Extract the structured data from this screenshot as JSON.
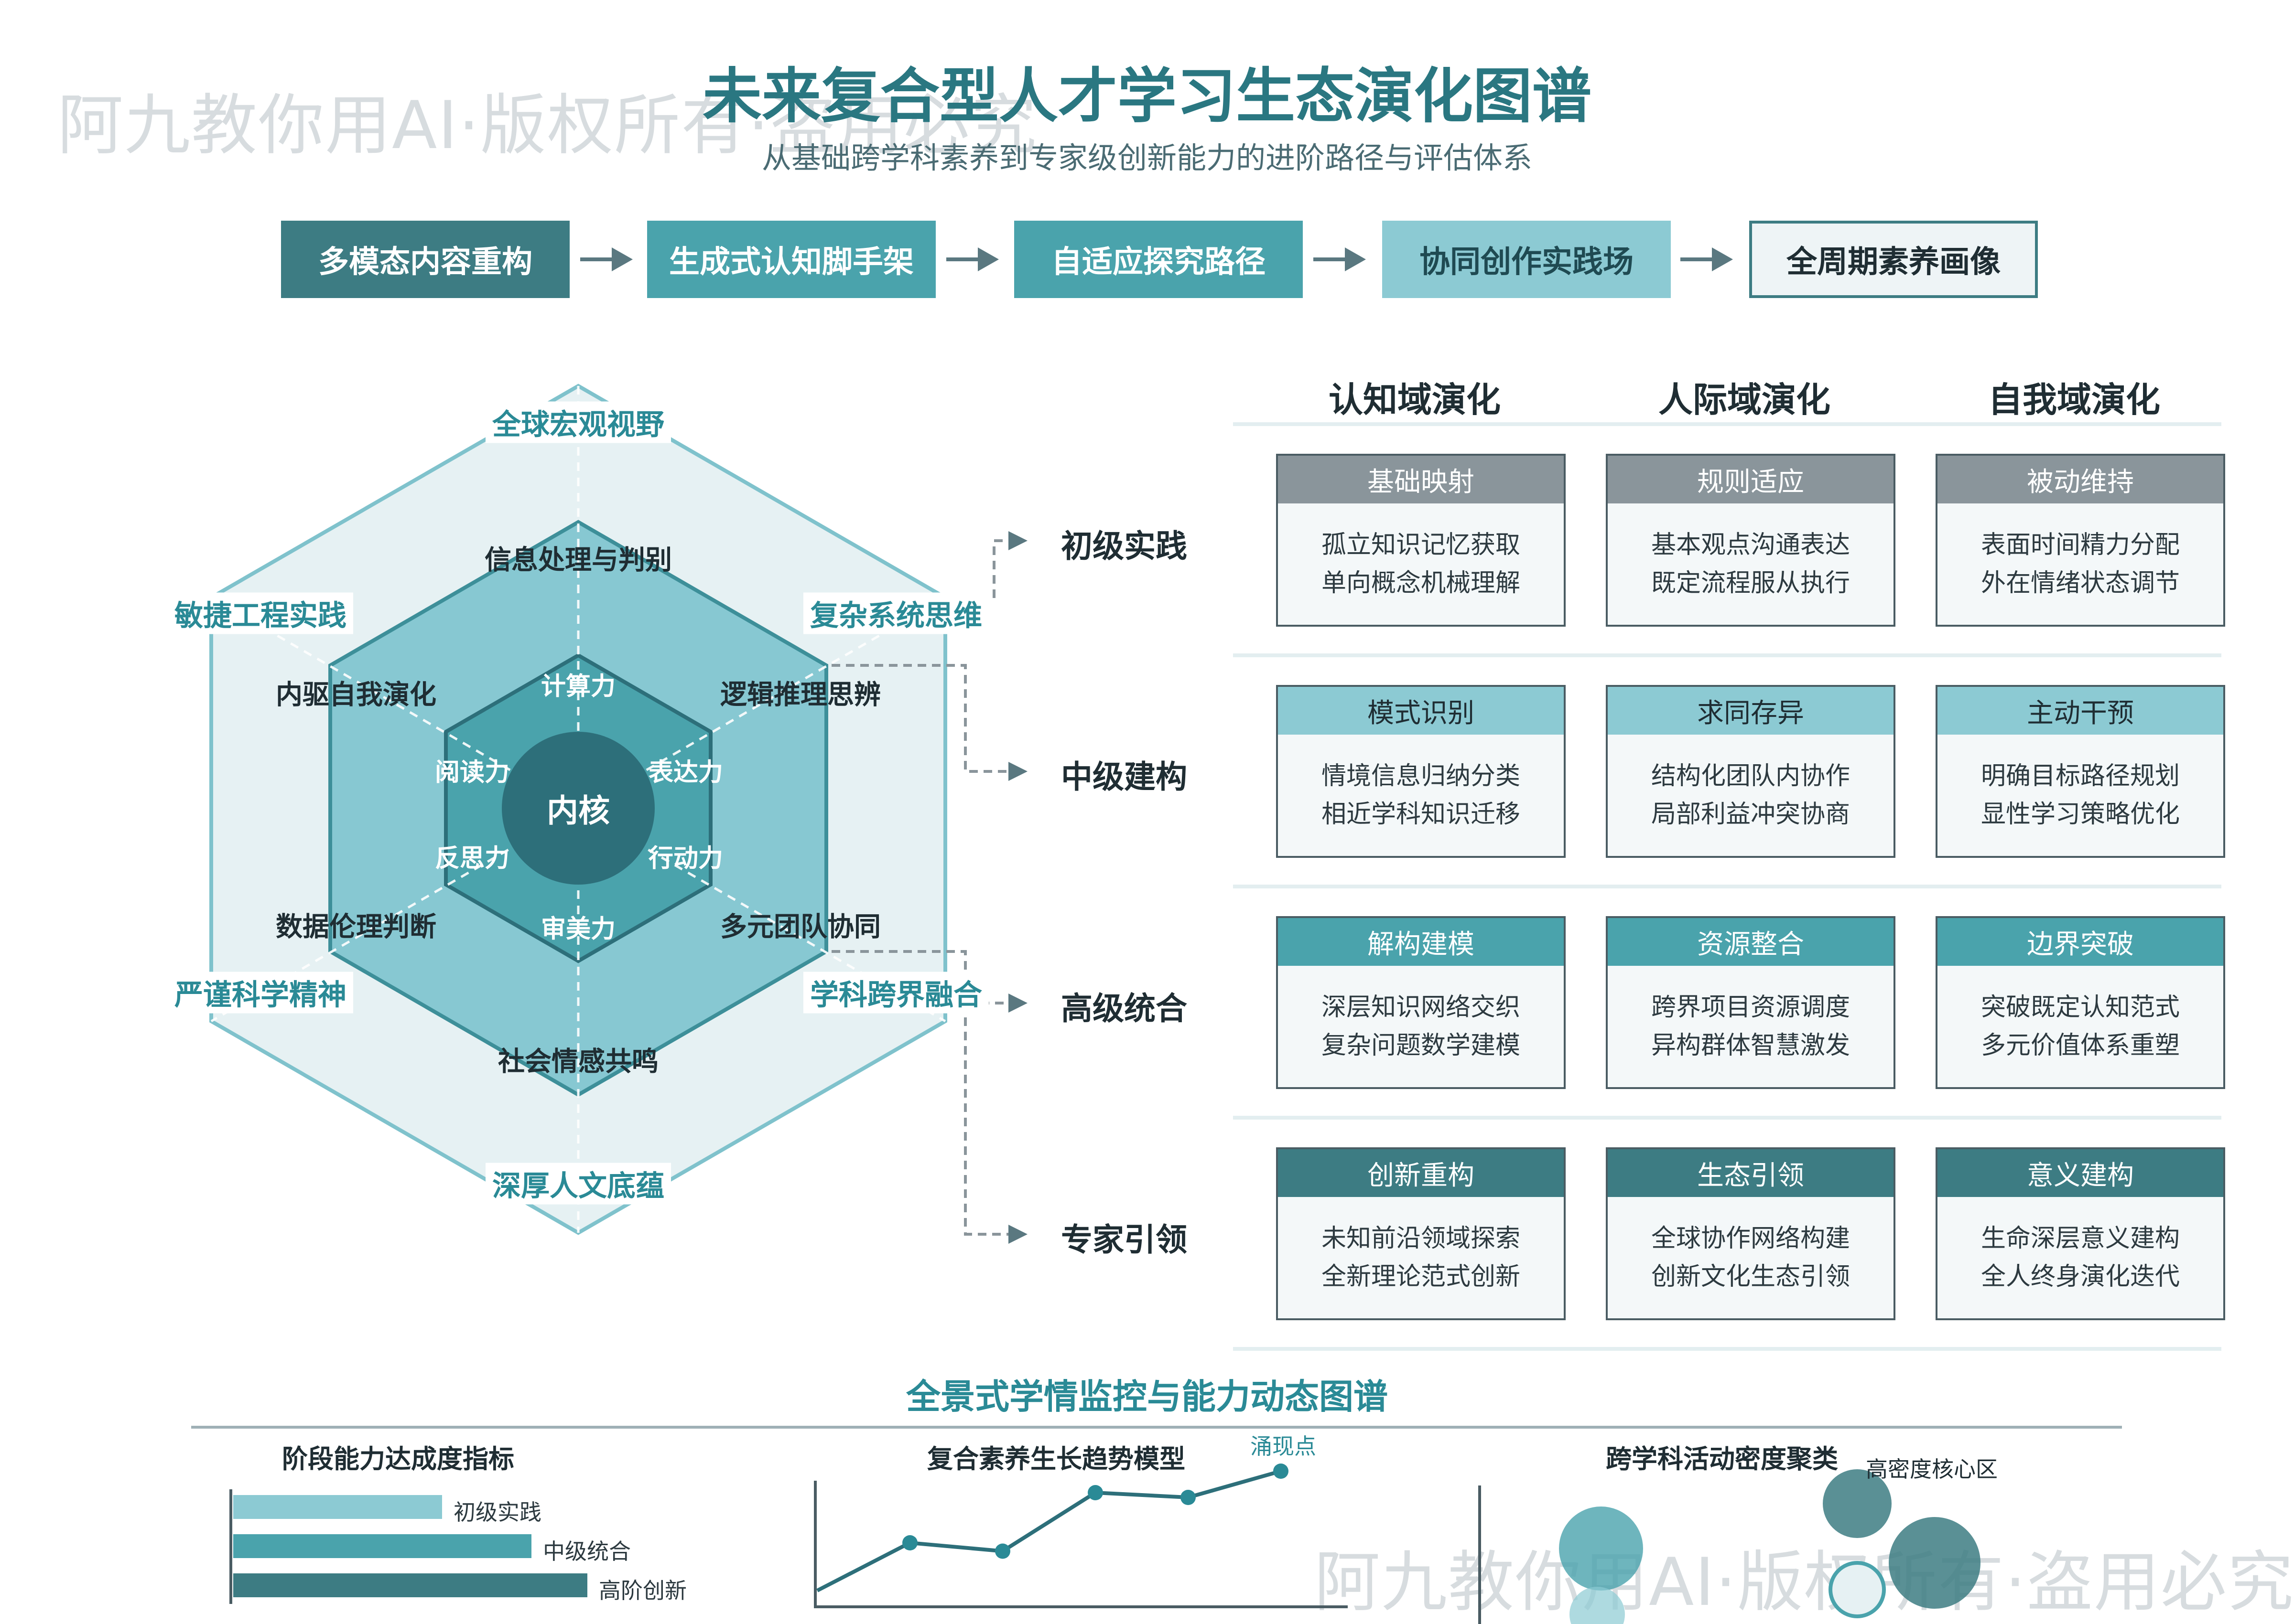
{
  "watermark": "阿九教你用AI·版权所有·盗用必究",
  "title": "未来复合型人才学习生态演化图谱",
  "subtitle": "从基础跨学科素养到专家级创新能力的进阶路径与评估体系",
  "flow": [
    "多模态内容重构",
    "生成式认知脚手架",
    "自适应探究路径",
    "协同创作实践场",
    "全周期素养画像"
  ],
  "hexagon": {
    "core": "内核",
    "inner": [
      "计算力",
      "表达力",
      "行动力",
      "审美力",
      "反思力",
      "阅读力"
    ],
    "middle": [
      "信息处理与判别",
      "逻辑推理思辨",
      "多元团队协同",
      "社会情感共鸣",
      "数据伦理判断",
      "内驱自我演化"
    ],
    "outer": [
      "全球宏观视野",
      "复杂系统思维",
      "学科跨界融合",
      "深厚人文底蕴",
      "严谨科学精神",
      "敏捷工程实践"
    ]
  },
  "levels": [
    "初级实践",
    "中级建构",
    "高级统合",
    "专家引领"
  ],
  "domains": [
    "认知域演化",
    "人际域演化",
    "自我域演化"
  ],
  "grid": [
    [
      {
        "title": "基础映射",
        "lines": [
          "孤立知识记忆获取",
          "单向概念机械理解"
        ]
      },
      {
        "title": "规则适应",
        "lines": [
          "基本观点沟通表达",
          "既定流程服从执行"
        ]
      },
      {
        "title": "被动维持",
        "lines": [
          "表面时间精力分配",
          "外在情绪状态调节"
        ]
      }
    ],
    [
      {
        "title": "模式识别",
        "lines": [
          "情境信息归纳分类",
          "相近学科知识迁移"
        ]
      },
      {
        "title": "求同存异",
        "lines": [
          "结构化团队内协作",
          "局部利益冲突协商"
        ]
      },
      {
        "title": "主动干预",
        "lines": [
          "明确目标路径规划",
          "显性学习策略优化"
        ]
      }
    ],
    [
      {
        "title": "解构建模",
        "lines": [
          "深层知识网络交织",
          "复杂问题数学建模"
        ]
      },
      {
        "title": "资源整合",
        "lines": [
          "跨界项目资源调度",
          "异构群体智慧激发"
        ]
      },
      {
        "title": "边界突破",
        "lines": [
          "突破既定认知范式",
          "多元价值体系重塑"
        ]
      }
    ],
    [
      {
        "title": "创新重构",
        "lines": [
          "未知前沿领域探索",
          "全新理论范式创新"
        ]
      },
      {
        "title": "生态引领",
        "lines": [
          "全球协作网络构建",
          "创新文化生态引领"
        ]
      },
      {
        "title": "意义建构",
        "lines": [
          "生命深层意义建构",
          "全人终身演化迭代"
        ]
      }
    ]
  ],
  "colors": {
    "flow_fill": [
      "#3d7c83",
      "#4aa3ac",
      "#4aa3ac",
      "#8ccad3",
      "#eef4f6"
    ],
    "level_header": [
      "#8a959b",
      "#8ccad3",
      "#4aa3ac",
      "#3d7c83"
    ],
    "hex_outer": "#e6f1f3",
    "hex_middle": "#87c8d2",
    "hex_inner": "#4aa3ac",
    "core": "#2d6f7a",
    "accent": "#2a8a96"
  },
  "monitoring": {
    "title": "全景式学情监控与能力动态图谱",
    "bar_chart": {
      "title": "阶段能力达成度指标",
      "categories": [
        "初级实践",
        "中级统合",
        "高阶创新"
      ],
      "values": [
        0.56,
        0.8,
        0.95
      ],
      "colors": [
        "#8ccad3",
        "#4aa3ac",
        "#3d7c83"
      ]
    },
    "line_chart": {
      "title": "复合素养生长趋势模型",
      "annotation": "涌现点",
      "values": [
        0.0,
        0.4,
        0.33,
        0.82,
        0.78,
        1.0
      ]
    },
    "bubble_chart": {
      "title": "跨学科活动密度聚类",
      "annotation": "高密度核心区"
    }
  }
}
